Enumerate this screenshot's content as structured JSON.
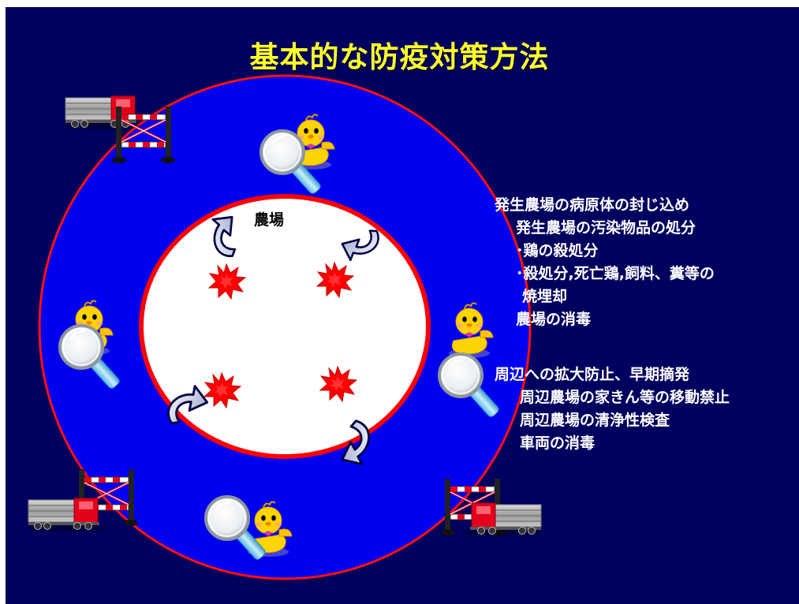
{
  "slide": {
    "title": "基本的な防疫対策方法",
    "farm_label": "農場",
    "containment": {
      "heading": "発生農場の病原体の封じ込め",
      "items": [
        "発生農場の汚染物品の処分",
        "･鶏の殺処分",
        "･殺処分,死亡鶏,飼料、糞等の",
        "焼埋却",
        "農場の消毒"
      ]
    },
    "prevention": {
      "heading": "周辺への拡大防止、早期摘発",
      "items": [
        "周辺農場の家きん等の移動禁止",
        "周辺農場の清浄性検査",
        "車両の消毒"
      ]
    }
  },
  "colors": {
    "background": "#00005e",
    "title": "#ffff2e",
    "outer_zone": "#0000f0",
    "zone_border": "#ff0000",
    "farm": "#ffffff",
    "outbreak_mark": "#ff0000"
  },
  "icons": [
    "chick-icon",
    "magnifier-icon",
    "truck-icon",
    "barrier-gate-icon",
    "outbreak-burst-icon",
    "circular-arrow-icon"
  ]
}
